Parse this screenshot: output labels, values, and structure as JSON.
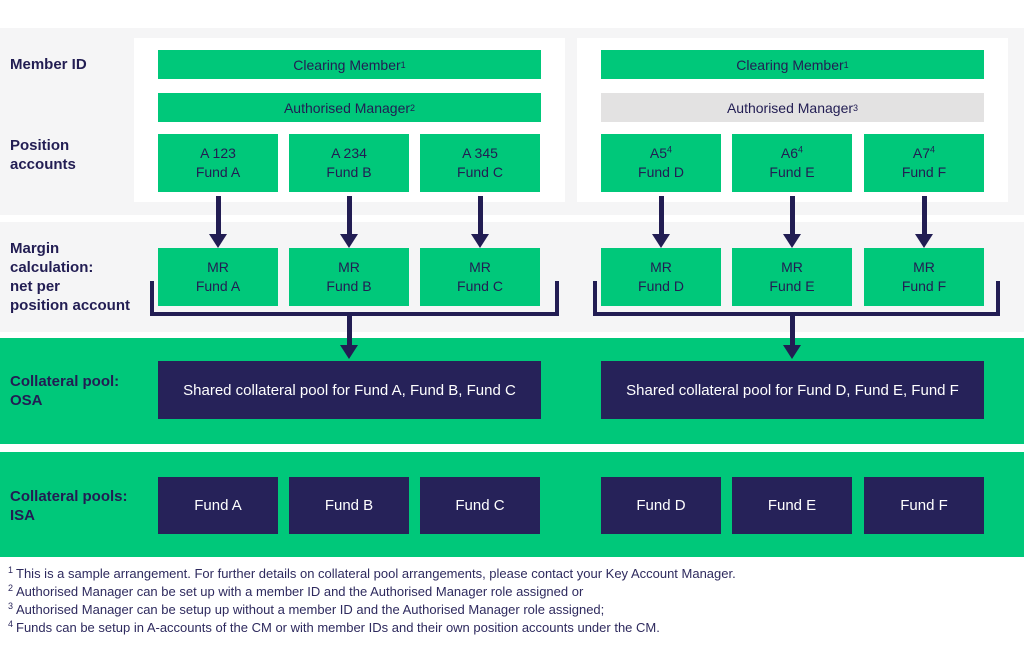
{
  "colors": {
    "green": "#00c87a",
    "navy": "#262259",
    "text_navy": "#221d53",
    "band_gray": "#f5f5f6",
    "manager_gray_bar": "#e3e2e2",
    "white": "#ffffff"
  },
  "side_labels": {
    "member_id": "Member ID",
    "position_accounts": "Position\naccounts",
    "margin_calculation": "Margin\ncalculation:\nnet per\nposition account",
    "collateral_pool_osa": "Collateral pool:\nOSA",
    "collateral_pools_isa": "Collateral pools:\nISA"
  },
  "groups": [
    {
      "clearing_member": "Clearing Member",
      "clearing_member_sup": "1",
      "manager": "Authorised Manager",
      "manager_sup": "2",
      "accounts": [
        {
          "id": "A 123",
          "id_sup": "",
          "fund": "Fund A"
        },
        {
          "id": "A 234",
          "id_sup": "",
          "fund": "Fund B"
        },
        {
          "id": "A 345",
          "id_sup": "",
          "fund": "Fund C"
        }
      ],
      "margins": [
        {
          "label": "MR",
          "fund": "Fund A"
        },
        {
          "label": "MR",
          "fund": "Fund B"
        },
        {
          "label": "MR",
          "fund": "Fund C"
        }
      ],
      "shared_pool": "Shared collateral pool for Fund A, Fund B, Fund C",
      "isa_pools": [
        "Fund A",
        "Fund B",
        "Fund C"
      ]
    },
    {
      "clearing_member": "Clearing Member",
      "clearing_member_sup": "1",
      "manager": "Authorised Manager",
      "manager_sup": "3",
      "accounts": [
        {
          "id": "A5",
          "id_sup": "4",
          "fund": "Fund D"
        },
        {
          "id": "A6",
          "id_sup": "4",
          "fund": "Fund E"
        },
        {
          "id": "A7",
          "id_sup": "4",
          "fund": "Fund F"
        }
      ],
      "margins": [
        {
          "label": "MR",
          "fund": "Fund D"
        },
        {
          "label": "MR",
          "fund": "Fund E"
        },
        {
          "label": "MR",
          "fund": "Fund F"
        }
      ],
      "shared_pool": "Shared collateral pool for Fund D, Fund E, Fund F",
      "isa_pools": [
        "Fund D",
        "Fund E",
        "Fund F"
      ]
    }
  ],
  "footnotes": [
    {
      "sup": "1",
      "text": "This is a sample arrangement. For further details on collateral pool arrangements, please contact your Key Account Manager."
    },
    {
      "sup": "2",
      "text": "Authorised Manager can be set up with a member ID and the Authorised Manager role assigned or"
    },
    {
      "sup": "3",
      "text": "Authorised Manager can be setup up without a member ID and the Authorised Manager role assigned;"
    },
    {
      "sup": "4",
      "text": "Funds can be setup in A-accounts of the CM or with member IDs and their own position accounts under the CM."
    }
  ]
}
